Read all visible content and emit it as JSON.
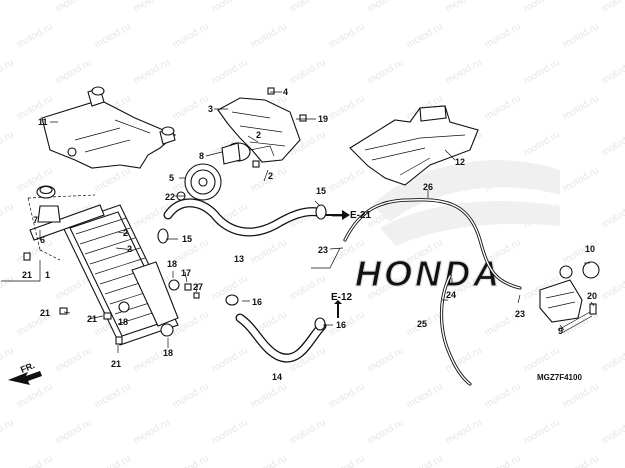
{
  "diagram_code": "MGZ7F4100",
  "watermark_text": "motod.ru",
  "watermark_brand": "HONDA",
  "direction_label": "FR.",
  "references": [
    "E-21",
    "E-12"
  ],
  "callouts": {
    "c1": "1",
    "c2a": "2",
    "c2b": "2",
    "c2c": "2",
    "c2d": "2",
    "c3": "3",
    "c4": "4",
    "c5": "5",
    "c6": "6",
    "c7": "7",
    "c8": "8",
    "c9": "9",
    "c10": "10",
    "c11": "11",
    "c12": "12",
    "c13": "13",
    "c14": "14",
    "c15a": "15",
    "c15b": "15",
    "c16a": "16",
    "c16b": "16",
    "c17": "17",
    "c18a": "18",
    "c18b": "18",
    "c18c": "18",
    "c19": "19",
    "c20": "20",
    "c21a": "21",
    "c21b": "21",
    "c21c": "21",
    "c21d": "21",
    "c22": "22",
    "c23a": "23",
    "c23b": "23",
    "c24": "24",
    "c25": "25",
    "c26": "26",
    "c27": "27"
  },
  "colors": {
    "line": "#111111",
    "watermark": "#e6e6e6",
    "background": "#ffffff"
  }
}
